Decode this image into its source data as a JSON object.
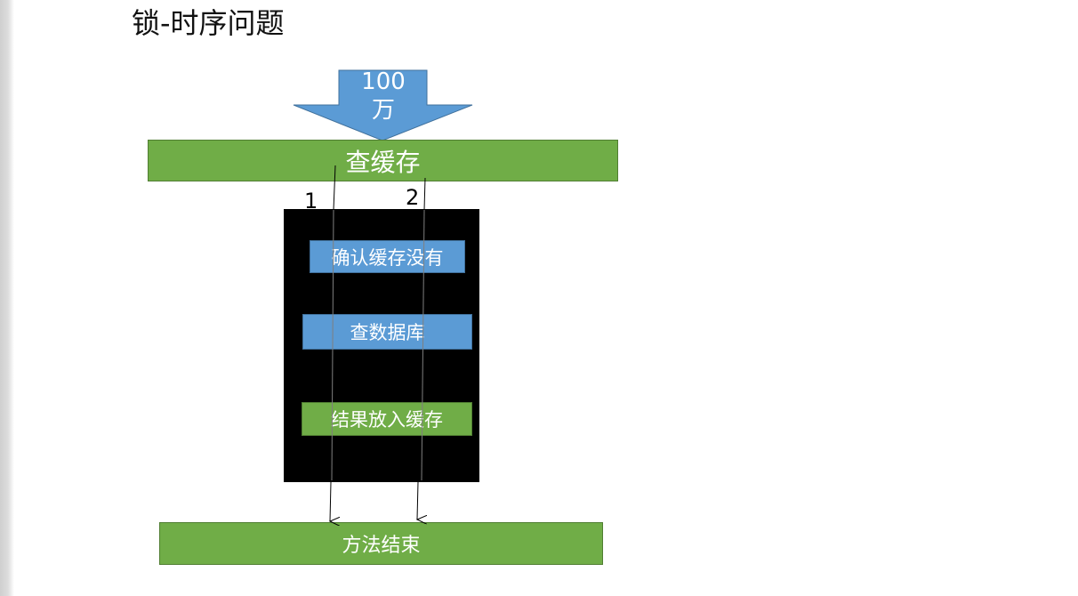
{
  "title": "锁-时序问题",
  "arrow": {
    "line1": "100",
    "line2": "万"
  },
  "top_bar": "查缓存",
  "threads": [
    "1",
    "2"
  ],
  "steps": {
    "confirm": "确认缓存没有",
    "query_db": "查数据库",
    "put_cache": "结果放入缓存"
  },
  "end_bar": "方法结束",
  "colors": {
    "green": "#70ad47",
    "blue": "#5b9bd5",
    "block": "#000000"
  }
}
